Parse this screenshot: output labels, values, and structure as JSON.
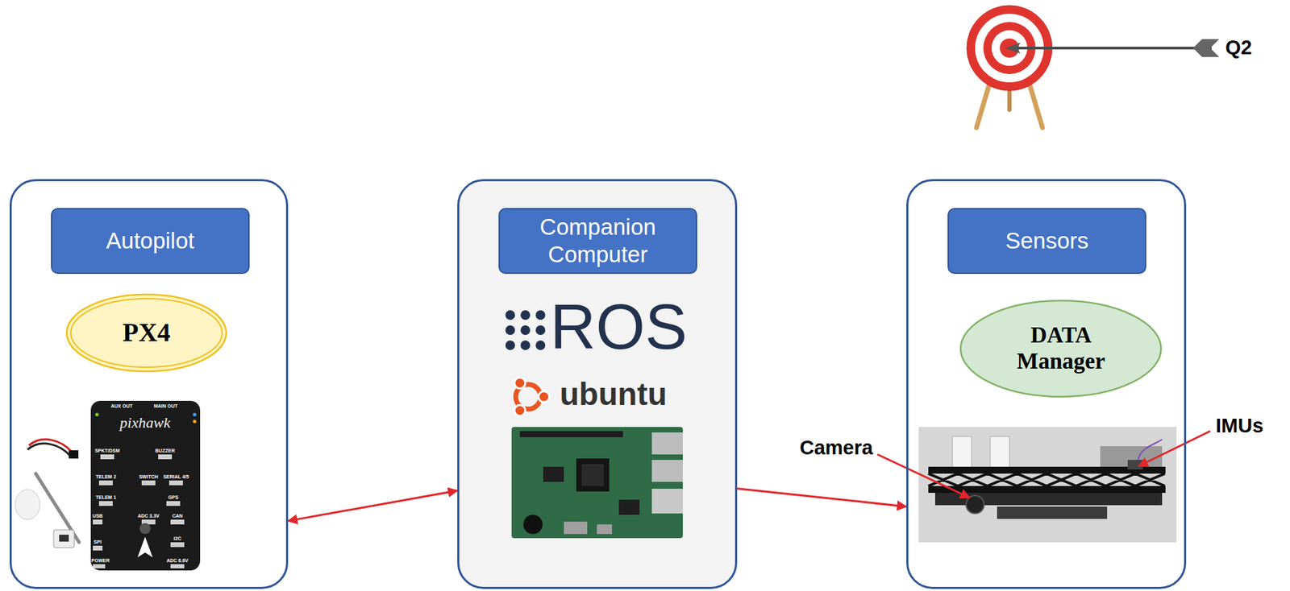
{
  "diagram": {
    "nodes": [
      {
        "text": [
          "Autopilot"
        ]
      },
      {
        "text": [
          "PX4"
        ],
        "in": 0
      },
      {
        "text": [
          "Companion Computer",
          "ROS",
          "ubuntu"
        ]
      },
      {
        "text": [
          "Sensors"
        ]
      },
      {
        "text": [
          "DATA Manager"
        ],
        "in": 3
      }
    ],
    "edges": [
      {
        "from": 0,
        "to": 2,
        "arrow": "both"
      },
      {
        "from": 2,
        "to": 3,
        "arrow": "to"
      }
    ],
    "labels": [
      "Q2",
      "Camera",
      "IMUs",
      "pixhawk",
      "AUX OUT",
      "MAIN OUT",
      "SPKT/DSM",
      "BUZZER",
      "TELEM 2",
      "SWITCH",
      "SERIAL 4/5",
      "TELEM 1",
      "GPS",
      "USB",
      "ADC 3.3V",
      "CAN",
      "SPI",
      "I2C",
      "POWER",
      "ADC 6.6V"
    ]
  }
}
